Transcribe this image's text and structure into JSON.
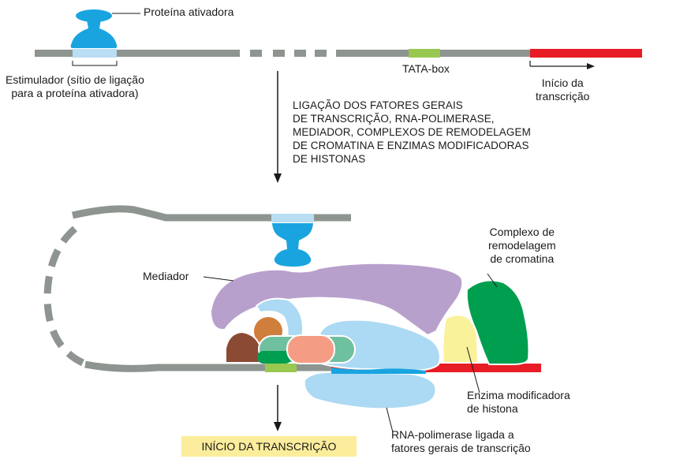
{
  "labels": {
    "activator_protein": "Proteína ativadora",
    "enhancer": [
      "Estimulador (sítio de ligação",
      "para a proteína ativadora)"
    ],
    "tata_box": "TATA-box",
    "transcription_start": [
      "Início da",
      "transcrição"
    ],
    "process_step": [
      "LIGAÇÃO DOS FATORES GERAIS",
      "DE TRANSCRIÇÃO, RNA-POLIMERASE,",
      "MEDIADOR, COMPLEXOS DE REMODELAGEM",
      "DE CROMATINA E ENZIMAS MODIFICADORAS",
      "DE HISTONAS"
    ],
    "mediator": "Mediador",
    "remodeling_complex": [
      "Complexo de",
      "remodelagem",
      "de cromatina"
    ],
    "histone_enzyme": [
      "Enzima modificadora",
      "de histona"
    ],
    "rna_polymerase": [
      "RNA-polimerase ligada a",
      "fatores gerais de transcrição"
    ],
    "result": "INÍCIO DA TRANSCRIÇÃO"
  },
  "colors": {
    "dna": "#8e948f",
    "enhancer_site": "#b9def3",
    "tata_box": "#99c851",
    "coding_region": "#e81c24",
    "activator": "#19a4e0",
    "mediator": "#b8a0cc",
    "remodeling": "#009e4f",
    "histone_enzyme": "#faf19b",
    "polymerase": "#acd9f3",
    "result_box": "#fbed9c"
  }
}
